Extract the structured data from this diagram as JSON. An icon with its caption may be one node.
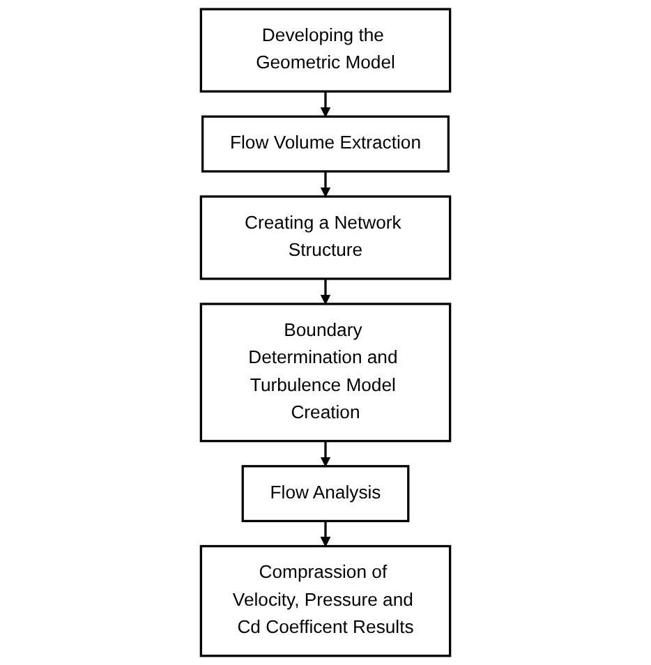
{
  "diagram": {
    "nodes": [
      {
        "text": [
          "Developing the Geometric Model"
        ]
      },
      {
        "text": [
          "Flow Volume Extraction"
        ]
      },
      {
        "text": [
          "Creating a Network Structure"
        ]
      },
      {
        "text": [
          "Boundary Determination and Turbulence Model Creation"
        ]
      },
      {
        "text": [
          "Flow Analysis"
        ]
      },
      {
        "text": [
          "Comprassion of Velocity, Pressure and Cd Coefficent Results"
        ]
      }
    ],
    "edges": [
      {
        "from": 0,
        "to": 1,
        "arrow": "to"
      },
      {
        "from": 1,
        "to": 2,
        "arrow": "to"
      },
      {
        "from": 2,
        "to": 3,
        "arrow": "to"
      },
      {
        "from": 3,
        "to": 4,
        "arrow": "to"
      },
      {
        "from": 4,
        "to": 5,
        "arrow": "to"
      }
    ]
  }
}
